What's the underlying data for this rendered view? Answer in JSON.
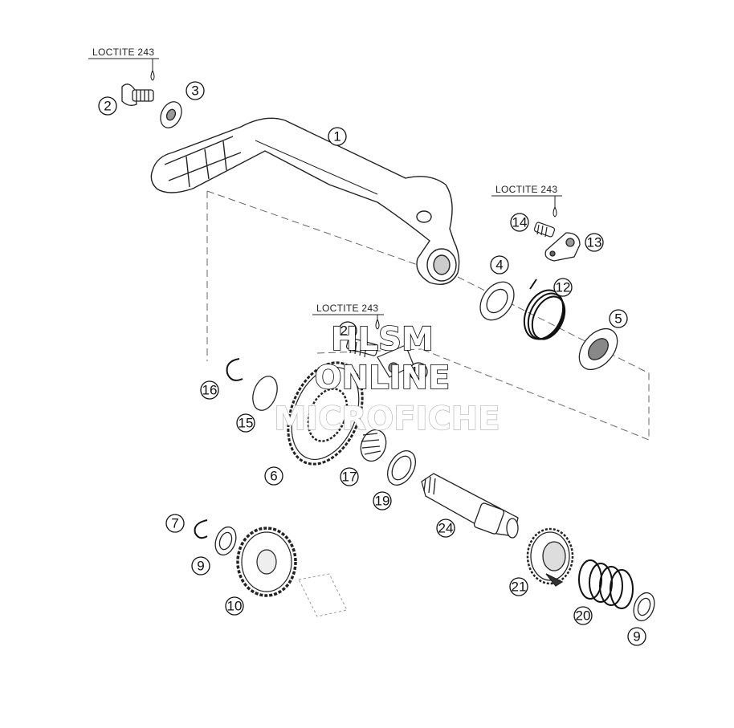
{
  "diagram": {
    "loctite_labels": [
      "LOCTITE 243",
      "LOCTITE 243",
      "LOCTITE 243"
    ],
    "callouts": [
      "1",
      "2",
      "3",
      "4",
      "5",
      "6",
      "7",
      "9",
      "10",
      "12",
      "13",
      "14",
      "15",
      "16",
      "17",
      "18",
      "19",
      "20",
      "21",
      "23",
      "24",
      "9"
    ]
  },
  "watermark": {
    "line1": "HLSM",
    "line2": "ONLINE",
    "line3": "MICROFICHE"
  }
}
